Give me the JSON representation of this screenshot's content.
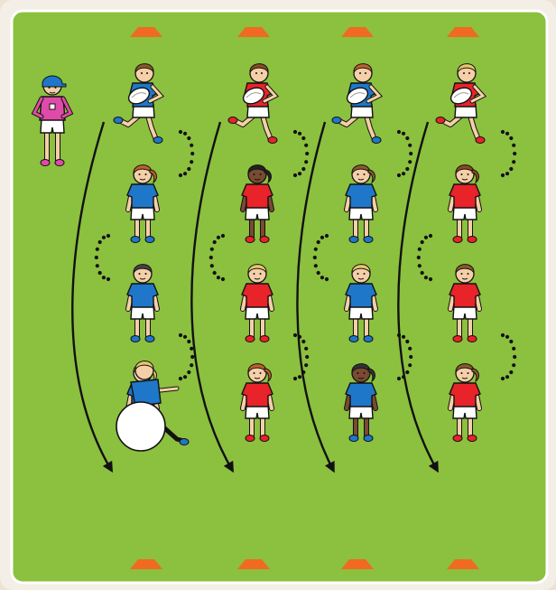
{
  "colors": {
    "frame": "#f4efe6",
    "pitch": "#8cc03f",
    "pitch_border": "#ffffff",
    "cone": "#f06a22",
    "blue_team": "#1f77c9",
    "red_team": "#e8232a",
    "coach": "#e04aa8",
    "shorts": "#ffffff",
    "outline": "#111111",
    "path": "#111111"
  },
  "diagram": {
    "coach": {
      "shirt_color": "#e04aa8",
      "cap_color": "#1f77c9",
      "icon": "whistle-icon"
    },
    "lanes": [
      {
        "team": "blue",
        "shirt": "#1f77c9",
        "runner_with_ball": true,
        "static_players": 3,
        "ends_with_ball_player": true,
        "hair": [
          "#8a5a2b",
          "#c0602a",
          "#444444",
          "#e8c66a"
        ]
      },
      {
        "team": "red",
        "shirt": "#e8232a",
        "runner_with_ball": true,
        "static_players": 3,
        "ends_with_ball_player": false,
        "hair": [
          "#8a4a22",
          "#222222",
          "#e8c66a",
          "#c0602a"
        ]
      },
      {
        "team": "blue",
        "shirt": "#1f77c9",
        "runner_with_ball": true,
        "static_players": 3,
        "ends_with_ball_player": false,
        "hair": [
          "#c0602a",
          "#8a5a2b",
          "#e8c66a",
          "#333333"
        ]
      },
      {
        "team": "red",
        "shirt": "#e8232a",
        "runner_with_ball": true,
        "static_players": 3,
        "ends_with_ball_player": false,
        "hair": [
          "#e8c66a",
          "#8a4a22",
          "#8a5a2b",
          "#8a5a2b"
        ]
      }
    ],
    "cones_per_end": 4,
    "icons": [
      "cone-icon",
      "player-icon",
      "rugby-ball-icon",
      "swiss-ball-icon",
      "arrow-icon",
      "dotted-weave-icon"
    ]
  }
}
